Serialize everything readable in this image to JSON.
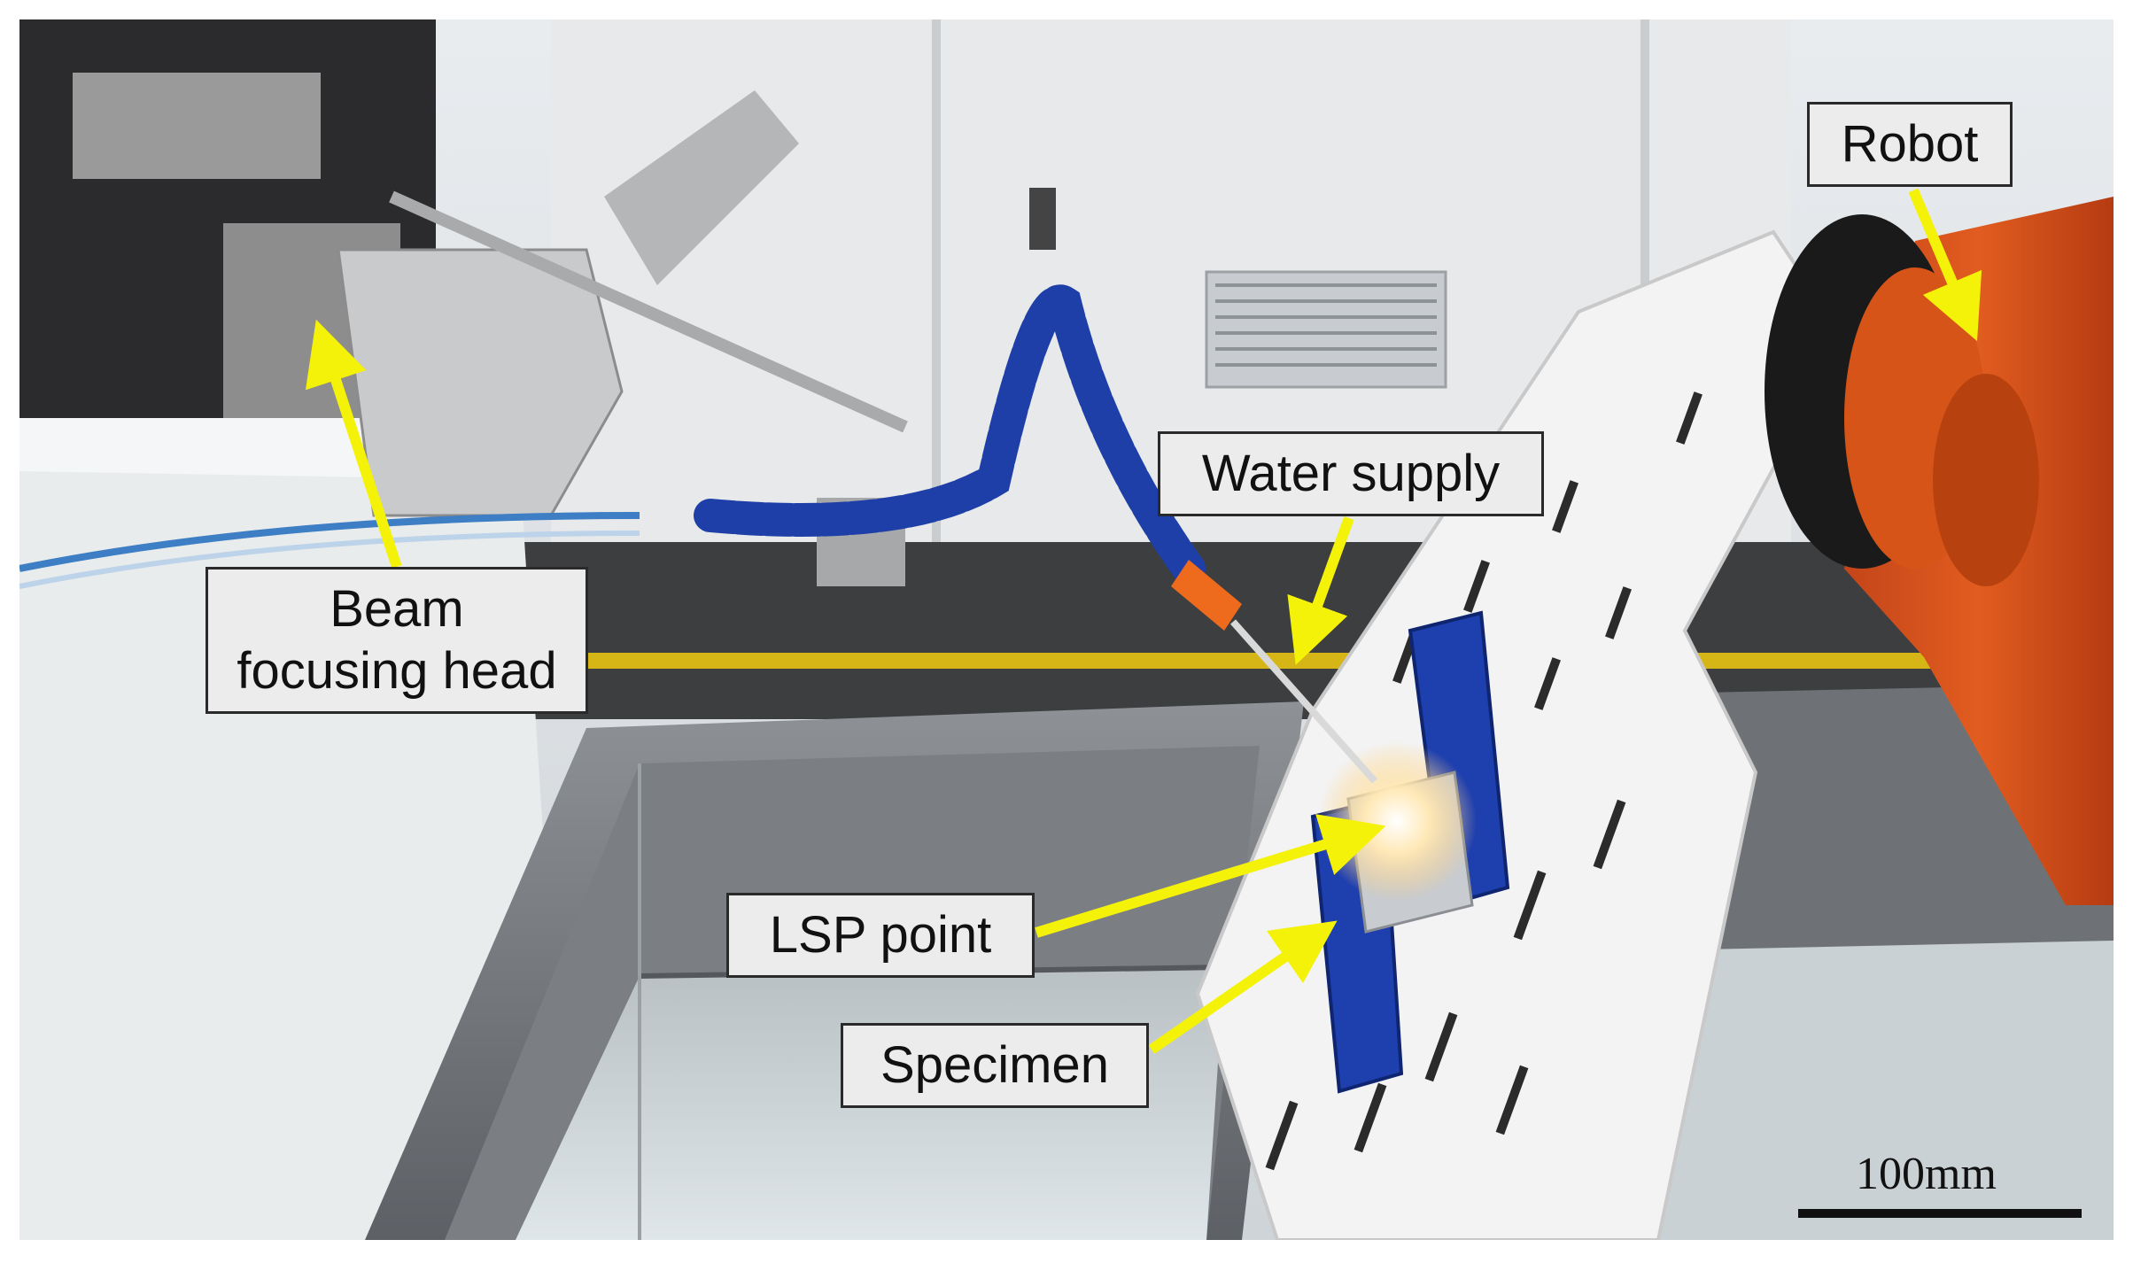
{
  "labels": {
    "robot": "Robot",
    "water_supply": "Water supply",
    "beam_line1": "Beam",
    "beam_line2": "focusing head",
    "lsp_point": "LSP point",
    "specimen": "Specimen"
  },
  "scale_bar": {
    "text": "100mm"
  },
  "colors": {
    "arrow": "#f5f20a",
    "robot_orange": "#d9531a",
    "hose_blue": "#1f3fa8",
    "fixture_blue": "#1a3fb0",
    "plate_white": "#f2f2f2"
  }
}
